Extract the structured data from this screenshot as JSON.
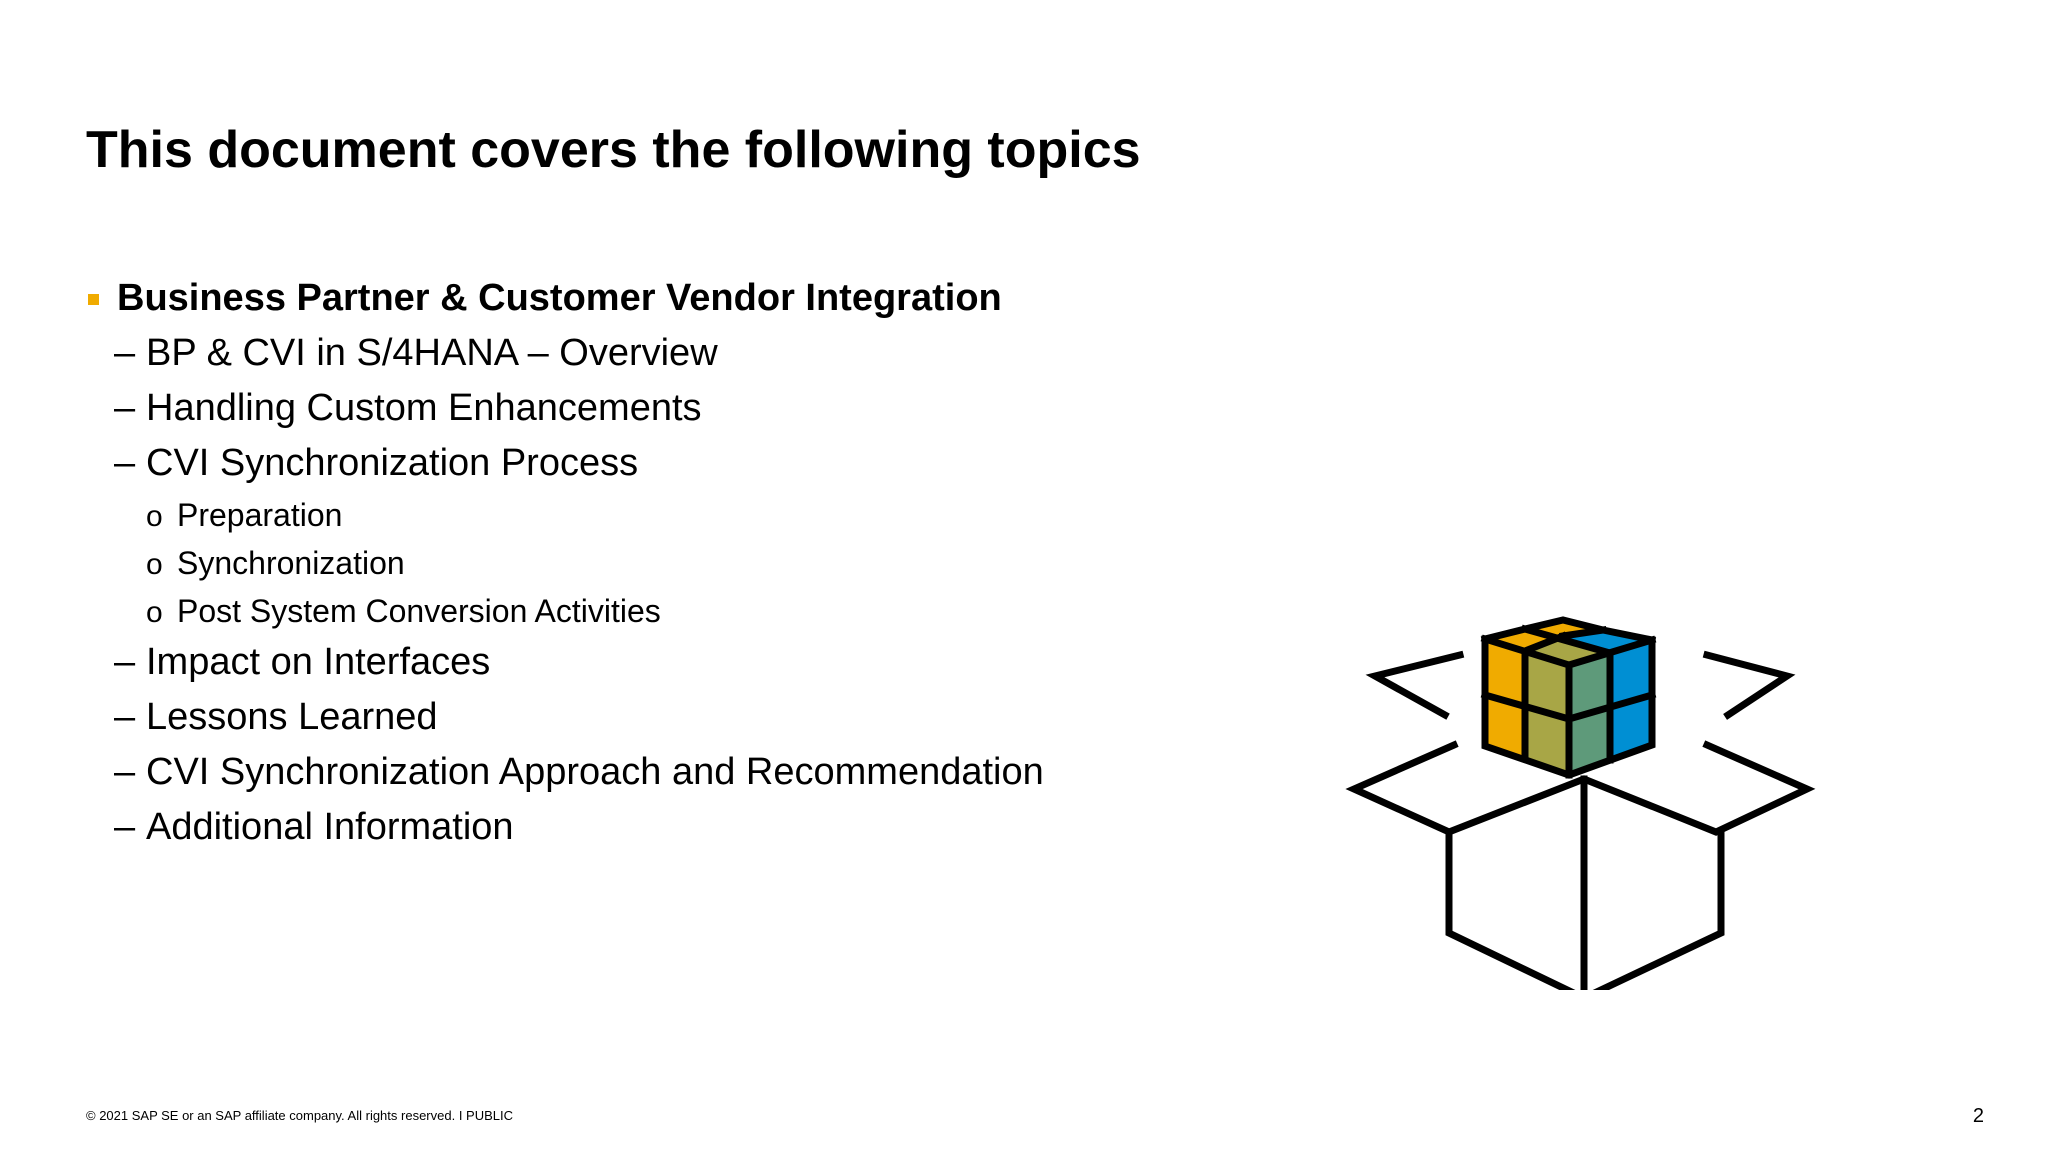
{
  "slide": {
    "title": "This document covers the following topics",
    "topic": "Business Partner & Customer Vendor Integration",
    "subtopics": [
      "BP & CVI in S/4HANA – Overview",
      "Handling Custom Enhancements",
      "CVI Synchronization Process"
    ],
    "process_steps": [
      "Preparation",
      "Synchronization",
      "Post System Conversion Activities"
    ],
    "more_subtopics": [
      "Impact on Interfaces",
      "Lessons Learned",
      "CVI Synchronization Approach and Recommendation",
      "Additional Information"
    ],
    "dash_glyph": "–",
    "circle_glyph": "o"
  },
  "footer": {
    "copyright": "© 2021 SAP SE or an SAP affiliate company. All rights reserved.  I   PUBLIC",
    "page_number": "2"
  },
  "illustration": {
    "icon": "open-box-with-cubes-icon",
    "colors": {
      "orange": "#F0AB00",
      "olive": "#A8A646",
      "green": "#5E9A7A",
      "blue": "#008FD3",
      "outline": "#000000",
      "bullet": "#F0AB00"
    }
  }
}
